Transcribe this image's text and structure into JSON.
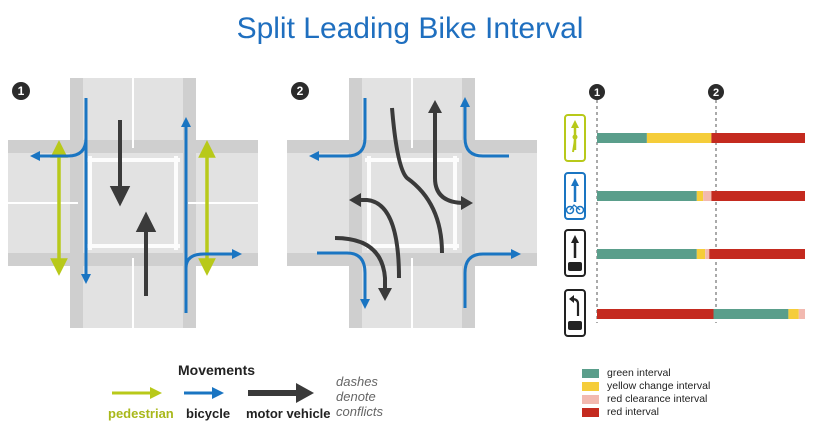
{
  "title": "Split Leading Bike Interval",
  "panels": {
    "p1_label": "1",
    "p2_label": "2"
  },
  "timing": {
    "markers": [
      "1",
      "2"
    ],
    "rows": [
      {
        "mode": "pedestrian",
        "segments": [
          [
            "green",
            0.24
          ],
          [
            "yellow",
            0.31
          ],
          [
            "red",
            0.45
          ]
        ]
      },
      {
        "mode": "bicycle",
        "segments": [
          [
            "green",
            0.48
          ],
          [
            "yellow",
            0.03
          ],
          [
            "clearance",
            0.04
          ],
          [
            "red",
            0.45
          ]
        ]
      },
      {
        "mode": "motor vehicle",
        "segments": [
          [
            "green",
            0.48
          ],
          [
            "yellow",
            0.04
          ],
          [
            "clearance",
            0.02
          ],
          [
            "red",
            0.46
          ]
        ]
      },
      {
        "mode": "motor vehicle left turn",
        "segments": [
          [
            "red",
            0.56
          ],
          [
            "green",
            0.36
          ],
          [
            "yellow",
            0.05
          ],
          [
            "clearance",
            0.03
          ]
        ]
      }
    ],
    "colors": {
      "green": "#5a9e8b",
      "yellow": "#f5cd3a",
      "clearance": "#f2b9b0",
      "red": "#c42a1f"
    }
  },
  "legend": {
    "title": "Movements",
    "pedestrian": "pedestrian",
    "bicycle": "bicycle",
    "motor": "motor vehicle",
    "note": "dashes denote conflicts",
    "colors": {
      "pedestrian": "#b8c91a",
      "bicycle": "#1a75c2",
      "motor": "#3a3a3a"
    }
  },
  "signal_legend": {
    "green": "green interval",
    "yellow": "yellow change interval",
    "clearance": "red clearance interval",
    "red": "red interval"
  }
}
